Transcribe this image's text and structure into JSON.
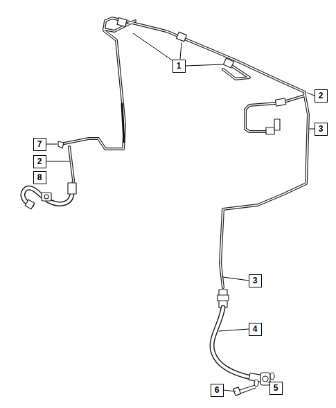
{
  "diagram": {
    "nodes": [
      {
        "text": [
          "1"
        ]
      },
      {
        "text": [
          "2"
        ]
      },
      {
        "text": [
          "3"
        ]
      },
      {
        "text": [
          "7"
        ]
      },
      {
        "text": [
          "2"
        ]
      },
      {
        "text": [
          "8"
        ]
      },
      {
        "text": [
          "3"
        ]
      },
      {
        "text": [
          "4"
        ]
      },
      {
        "text": [
          "6"
        ]
      },
      {
        "text": [
          "5"
        ]
      }
    ]
  }
}
